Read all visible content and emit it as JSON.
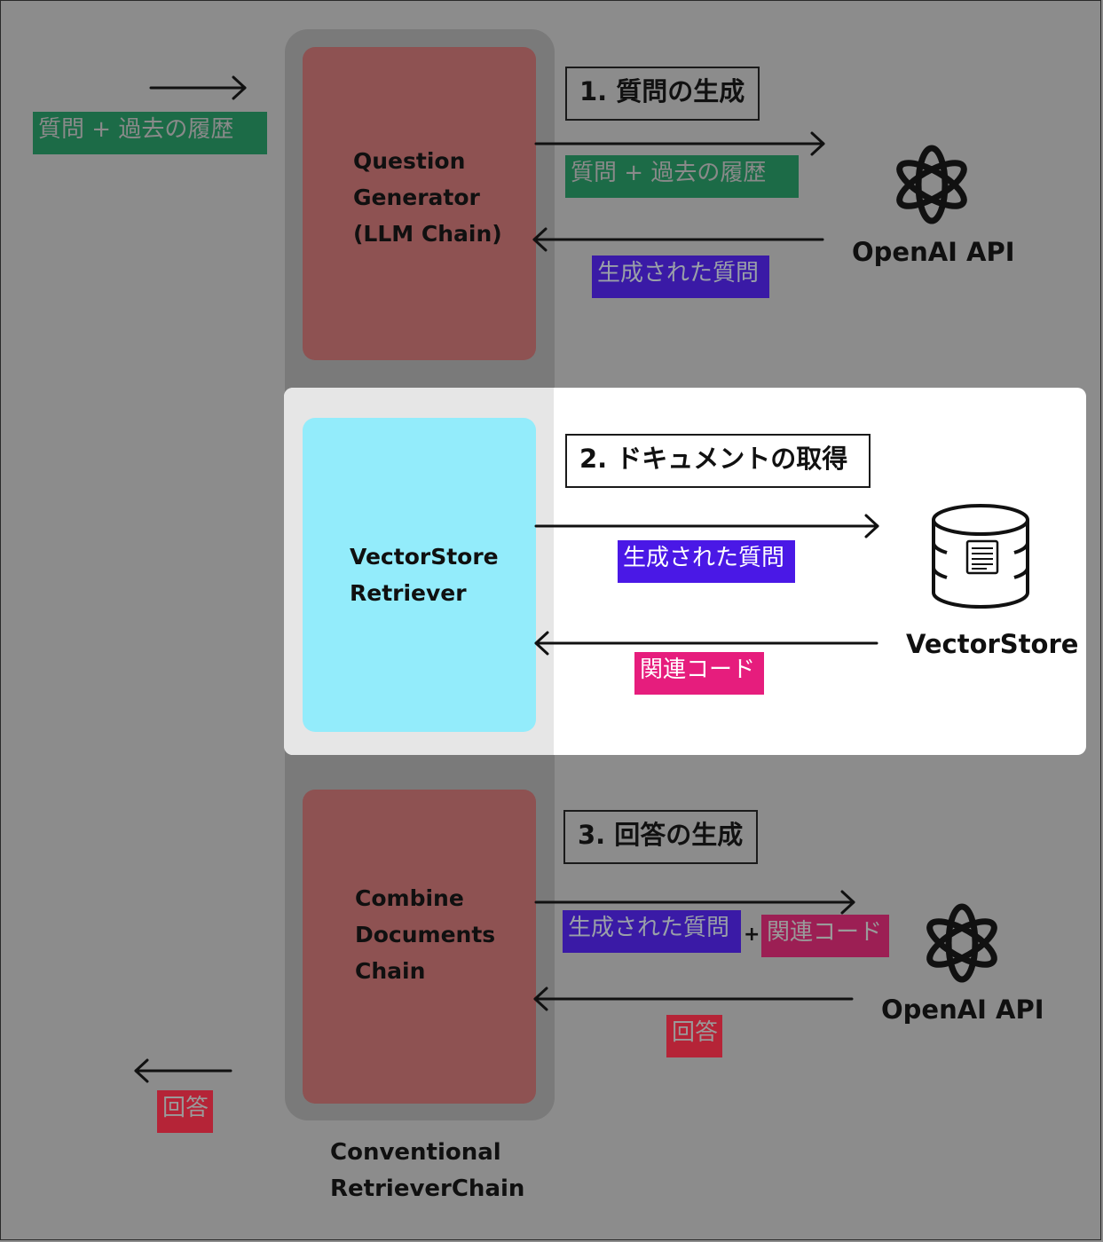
{
  "blocks": {
    "question_generator": "Question\nGenerator\n(LLM Chain)",
    "retriever": "VectorStore\nRetriever",
    "combine": "Combine\nDocuments\nChain"
  },
  "steps": {
    "step1": "1. 質問の生成",
    "step2": "2. ドキュメントの取得",
    "step3": "3. 回答の生成"
  },
  "tags": {
    "input_left": "質問 + 過去の履歴",
    "input_to_api": "質問 + 過去の履歴",
    "generated_from_api": "生成された質問",
    "generated_to_store": "生成された質問",
    "related_code_from_store": "関連コード",
    "generated_to_api2": "生成された質問",
    "plus": "+",
    "related_code_to_api2": "関連コード",
    "answer_from_api2": "回答",
    "answer_out": "回答"
  },
  "labels": {
    "openai_top": "OpenAI API",
    "vectorstore": "VectorStore",
    "openai_bottom": "OpenAI API",
    "chain_name": "Conventional\nRetrieverChain"
  },
  "icons": {
    "openai": "openai-logo-icon",
    "database": "database-icon",
    "arrow_right": "arrow-right-icon",
    "arrow_left": "arrow-left-icon"
  },
  "colors": {
    "background": "#8c8c8c",
    "llm_block": "#8e5252",
    "retriever_block": "#93ecfb",
    "tag_green": "#1c6b47",
    "tag_purple": "#4a18e6",
    "tag_pink": "#e61d7d",
    "tag_crimson": "#b52437"
  }
}
